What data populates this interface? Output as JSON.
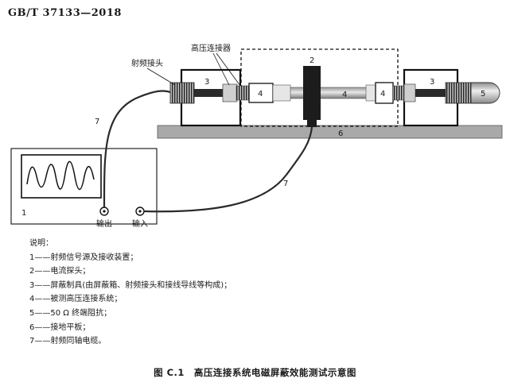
{
  "header": {
    "standard": "GB/T 37133—2018"
  },
  "labels": {
    "rf_connector": "射频接头",
    "hv_connector": "高压连接器",
    "output": "输出",
    "input": "输入",
    "n1": "1",
    "n2": "2",
    "n3": "3",
    "n4": "4",
    "n5": "5",
    "n6": "6",
    "n7": "7"
  },
  "legend": {
    "title": "说明：",
    "items": [
      "1——射频信号源及接收装置；",
      "2——电流探头；",
      "3——屏蔽制具(由屏蔽箱、射频接头和接线导线等构成)；",
      "4——被测高压连接系统；",
      "5——50 Ω 终端阻抗；",
      "6——接地平板；",
      "7——射频同轴电缆。"
    ]
  },
  "caption": "图 C.1　高压连接系统电磁屏蔽效能测试示意图",
  "colors": {
    "ground_plate": "#a9a9a9",
    "probe": "#1c1c1c",
    "cable": "#2a2a2a"
  }
}
